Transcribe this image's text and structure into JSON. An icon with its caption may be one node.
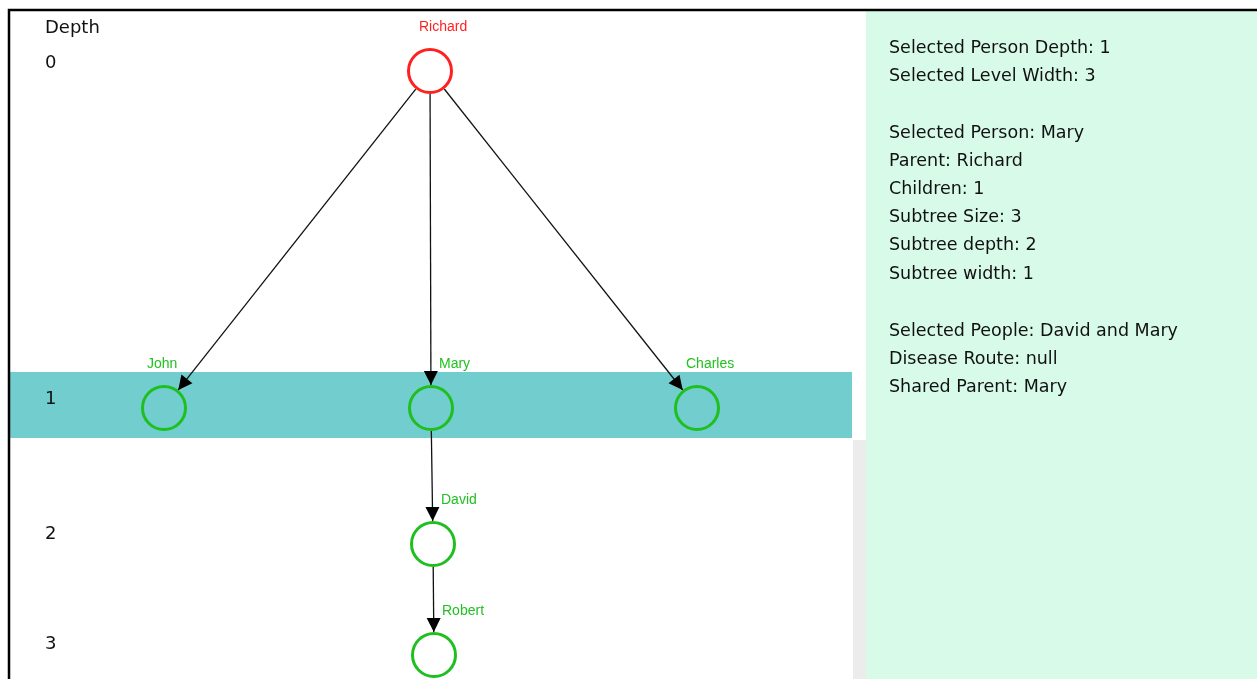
{
  "diagram": {
    "nodes": [
      {
        "text": [
          "Richard"
        ]
      },
      {
        "text": [
          "John"
        ]
      },
      {
        "text": [
          "Mary"
        ]
      },
      {
        "text": [
          "Charles"
        ]
      },
      {
        "text": [
          "David"
        ]
      },
      {
        "text": [
          "Robert"
        ]
      }
    ],
    "edges": [
      {
        "from": 0,
        "to": 1,
        "arrow": "to"
      },
      {
        "from": 0,
        "to": 2,
        "arrow": "to"
      },
      {
        "from": 0,
        "to": 3,
        "arrow": "to"
      },
      {
        "from": 2,
        "to": 4,
        "arrow": "to"
      },
      {
        "from": 4,
        "to": 5,
        "arrow": "to"
      }
    ],
    "labels": [
      "Depth",
      "0",
      "1",
      "2",
      "3",
      "Selected Person Depth: 1",
      "Selected Level Width: 3",
      "Selected Person: Mary",
      "Parent: Richard",
      "Children: 1",
      "Subtree Size: 3",
      "Subtree depth: 2",
      "Subtree width: 1",
      "Selected People: David and Mary",
      "Disease Route: null",
      "Shared Parent: Mary"
    ]
  }
}
